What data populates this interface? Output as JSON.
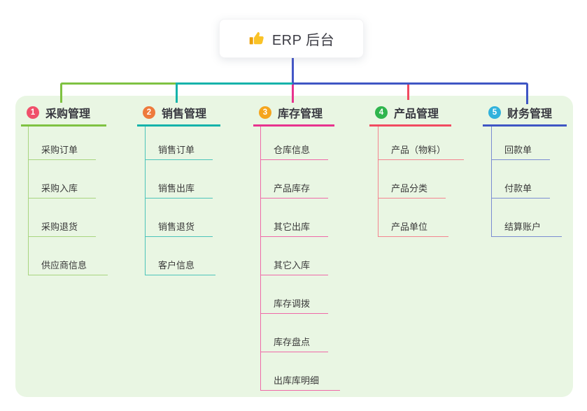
{
  "root": {
    "title": "ERP 后台",
    "icon": "thumbs-up-icon",
    "icon_color": "#fac327",
    "icon_shade_color": "#eda20b"
  },
  "canvas": {
    "background_color": "#ffffff",
    "panel_color": "#e9f6e3",
    "root_line_color": "#4456c7"
  },
  "branches": [
    {
      "index": "1",
      "label": "采购管理",
      "badge_color": "#f0506a",
      "color": "#7fc242",
      "light_color": "#a8d57f",
      "items": [
        "采购订单",
        "采购入库",
        "采购退货",
        "供应商信息"
      ]
    },
    {
      "index": "2",
      "label": "销售管理",
      "badge_color": "#ee7a3c",
      "color": "#14b3aa",
      "light_color": "#4cc4ba",
      "items": [
        "销售订单",
        "销售出库",
        "销售退货",
        "客户信息"
      ]
    },
    {
      "index": "3",
      "label": "库存管理",
      "badge_color": "#f5a51d",
      "color": "#e7338e",
      "light_color": "#ef69a8",
      "items": [
        "仓库信息",
        "产品库存",
        "其它出库",
        "其它入库",
        "库存调拨",
        "库存盘点",
        "出库库明细"
      ]
    },
    {
      "index": "4",
      "label": "产品管理",
      "badge_color": "#2fb54d",
      "color": "#f14b61",
      "light_color": "#f4848f",
      "items": [
        "产品（物料）",
        "产品分类",
        "产品单位"
      ]
    },
    {
      "index": "5",
      "label": "财务管理",
      "badge_color": "#31b2dc",
      "color": "#3f56c4",
      "light_color": "#7a8cd2",
      "items": [
        "回款单",
        "付款单",
        "结算账户"
      ]
    }
  ]
}
